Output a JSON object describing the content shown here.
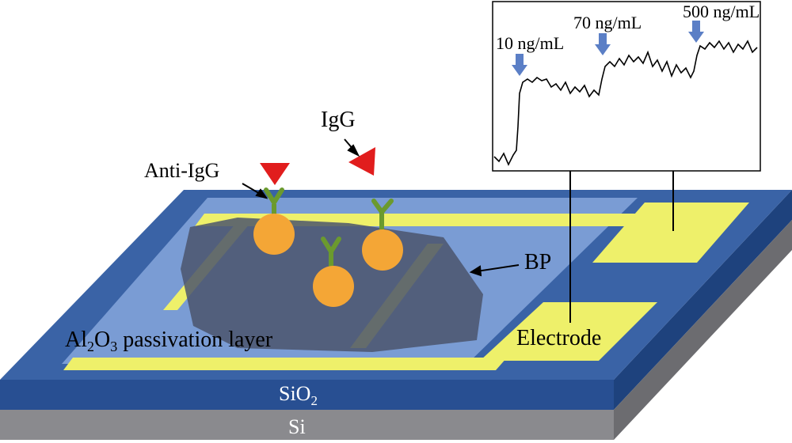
{
  "labels": {
    "anti_igg": "Anti-IgG",
    "igg": "IgG",
    "bp": "BP",
    "electrode": "Electrode",
    "passivation_prefix": "Al",
    "passivation_sub1": "2",
    "passivation_mid": "O",
    "passivation_sub2": "3",
    "passivation_suffix": " passivation layer",
    "sio2_prefix": "SiO",
    "sio2_sub": "2",
    "si": "Si"
  },
  "inset": {
    "annotations": [
      {
        "text": "10 ng/mL"
      },
      {
        "text": "70 ng/mL"
      },
      {
        "text": "500 ng/mL"
      }
    ]
  },
  "colors": {
    "substrate_blue": "#3a63a6",
    "passivation": "#7d9fd6",
    "bp_flake": "#636d86",
    "electrode_yellow": "#eef06a",
    "antibody_green": "#6b9a2e",
    "bead_orange": "#f4a636",
    "igg_red": "#e11d1d",
    "arrow_blue": "#5b7fc6",
    "si_gray": "#8a8a8e"
  }
}
